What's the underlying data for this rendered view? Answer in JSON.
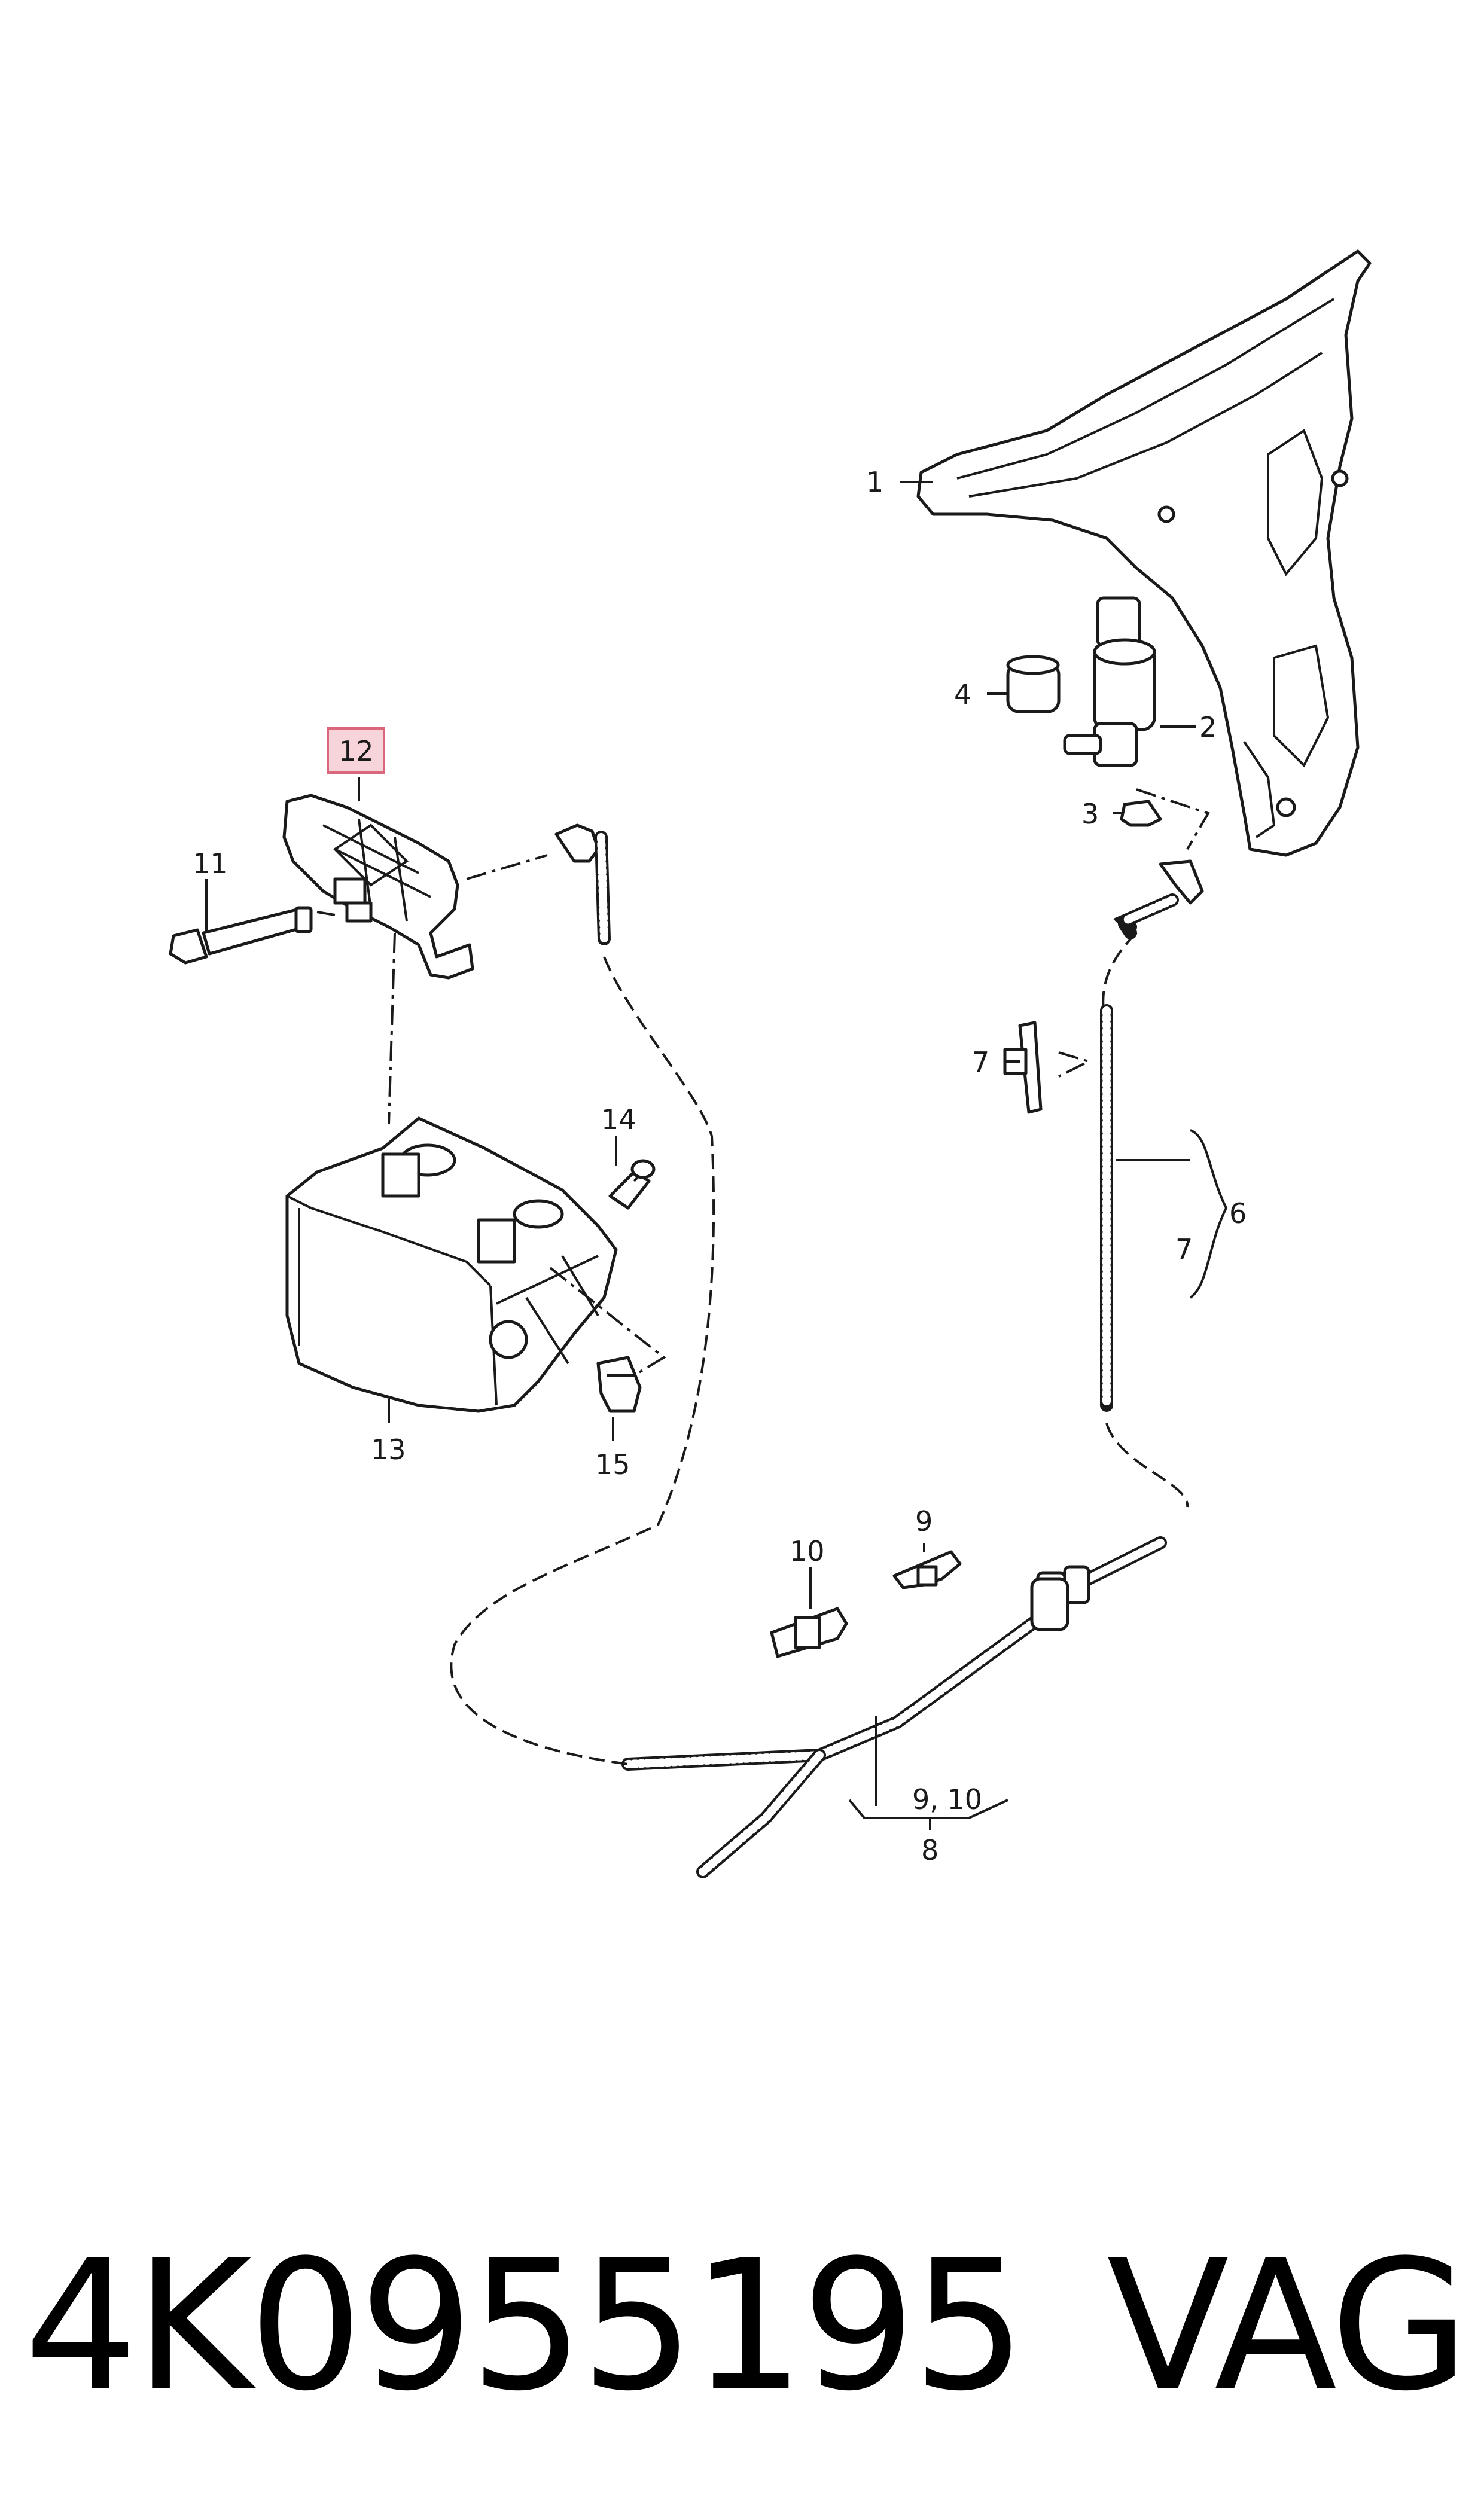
{
  "callouts": {
    "c1": "1",
    "c2": "2",
    "c3": "3",
    "c4": "4",
    "c5": "6",
    "c6": "7",
    "c7": "7",
    "c8": "8",
    "c9": "9, 10",
    "c10": "9",
    "c11": "10",
    "c12": "11",
    "c13": "12",
    "c14": "13",
    "c15": "14",
    "c16": "15"
  },
  "highlighted_callout": "12",
  "highlight_color": "#f7d4da",
  "footer": {
    "part_number": "4K0955195",
    "brand": "VAG"
  }
}
